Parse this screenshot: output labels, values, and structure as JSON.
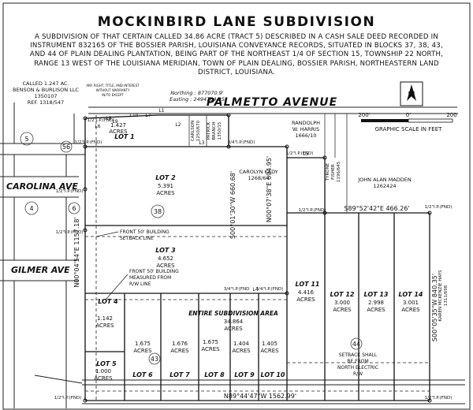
{
  "title": "MOCKINBIRD LANE SUBDIVISION",
  "description": "A SUBDIVISION OF THAT CERTAIN CALLED 34.86 ACRE (TRACT 5) DESCRIBED IN A CASH SALE DEED RECORDED IN INSTRUMENT 832165 OF THE BOSSIER PARISH, LOUISIANA CONVEYANCE RECORDS, SITUATED IN BLOCKS 37, 38, 43, AND 44 OF PLAIN DEALING PLANTATION, BEING PART OF THE NORTHEAST 1/4 OF SECTION 15, TOWNSHIP 22 NORTH, RANGE 13 WEST OF THE LOUISIANA MERIDIAN, TOWN OF PLAIN DEALING, BOSSIER PARISH, NORTHEASTERN LAND DISTRICT, LOUISIANA.",
  "streets": {
    "palmetto": "PALMETTO AVENUE",
    "carolina": "CAROLINA AVE",
    "gilmer": "GILMER AVE"
  },
  "coords": {
    "northing": "Northing : 877070.9'",
    "easting": "Easting : 2494764.85"
  },
  "owners": {
    "benson": [
      "CALLED 1.247 AC.",
      "BENSON & BURLISON LLC",
      "1350107",
      "REF. 1318/547"
    ],
    "carlson": [
      "CARLSON",
      "1250/670"
    ],
    "patrick": [
      "PATRICK",
      "BRANCH",
      "1350/15"
    ],
    "randolph": [
      "RANDOLPH",
      "W. HARRIS",
      "1666/10"
    ],
    "tyrone": [
      "TYRONE",
      "FISHER",
      "1196/645"
    ],
    "madden": [
      "JOHN ALAN MADDEN",
      "1262424"
    ],
    "kady": [
      "CAROLYN KADY",
      "1268/64"
    ],
    "karen": [
      "KAREN MCKENZIE HAYS",
      "1311/698"
    ],
    "fine": [
      "ANY RIGHT, TITLE, AND INTEREST",
      "WITHOUT WARRANTY",
      "IN/TO EXCEPT"
    ]
  },
  "scale": {
    "ticks": [
      "200'",
      "0'",
      "200'"
    ],
    "label": "GRAPHIC SCALE IN FEET"
  },
  "bearings": {
    "top_east": "S89°52'42\"E   466.26'",
    "bottom": "N89°44'47\"W   1562.99'",
    "west": "N00°04'54\"E   1157.18'",
    "mid_west": "S00°01'30\"W   660.68'",
    "mid_east": "N00°07'38\"E   694.95'",
    "east": "S00°05'35\"W   840.35'"
  },
  "pins": {
    "half": "1/2\"I.P.(FND)",
    "three_quarter": "3/4\"I.P.(FND)",
    "three_quarter_short": "3/4\"I.P.(FND"
  },
  "lines": [
    "L1",
    "L2",
    "L3",
    "L4",
    "L5",
    "L6",
    "L7",
    "L8",
    "L9",
    "L10"
  ],
  "lots": [
    {
      "name": "LOT 1",
      "acres": "1.427",
      "unit": "ACRES"
    },
    {
      "name": "LOT 2",
      "acres": "5.391",
      "unit": "ACRES"
    },
    {
      "name": "LOT 3",
      "acres": "4.652",
      "unit": "ACRES"
    },
    {
      "name": "LOT 4",
      "acres": "1.142",
      "unit": "ACRES"
    },
    {
      "name": "LOT 5",
      "acres": "1.000",
      "unit": "ACRES"
    },
    {
      "name": "LOT 6",
      "acres": "1.675",
      "unit": "ACRES"
    },
    {
      "name": "LOT 7",
      "acres": "1.676",
      "unit": "ACRES"
    },
    {
      "name": "LOT 8",
      "acres": "1.675",
      "unit": "ACRES"
    },
    {
      "name": "LOT 9",
      "acres": "1.404",
      "unit": "ACRES"
    },
    {
      "name": "LOT 10",
      "acres": "1.405",
      "unit": "ACRES"
    },
    {
      "name": "LOT 11",
      "acres": "4.416",
      "unit": "ACRES"
    },
    {
      "name": "LOT 12",
      "acres": "3.000",
      "unit": "ACRES"
    },
    {
      "name": "LOT 13",
      "acres": "2.998",
      "unit": "ACRES"
    },
    {
      "name": "LOT 14",
      "acres": "3.001",
      "unit": "ACRES"
    }
  ],
  "entire": {
    "label": "ENTIRE SUBDIVISION AREA",
    "acres": "34.864",
    "unit": "ACRES"
  },
  "notes": {
    "setback_1": "FRONT 50' BUILDING",
    "setback_2": "SETBACK LINE",
    "measured_1": "FRONT 50' BUILDING",
    "measured_2": "MEASURED FROM",
    "measured_3": "R/W LINE",
    "electric_1": "SETBACK SHALL",
    "electric_2": "BE FROM",
    "electric_3": "NORTH ELECTRIC",
    "electric_4": "R/W"
  },
  "blocks": {
    "b5": "5",
    "b56": "56",
    "b4": "4",
    "b6": "6",
    "b38": "38",
    "b43": "43",
    "b44": "44"
  },
  "north_label": "N"
}
